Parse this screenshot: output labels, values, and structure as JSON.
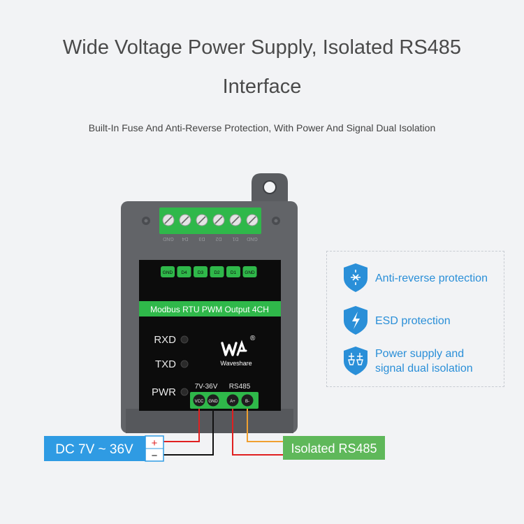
{
  "header": {
    "title_line1": "Wide Voltage Power Supply, Isolated RS485",
    "title_line2": "Interface",
    "subtitle": "Built-In Fuse And Anti-Reverse Protection, With Power And Signal Dual Isolation"
  },
  "device": {
    "top_terminal_labels": [
      "GND",
      "D4",
      "D3",
      "D2",
      "D1",
      "GND"
    ],
    "green_pin_labels": [
      "GND",
      "D4",
      "D3",
      "D2",
      "D1",
      "GND"
    ],
    "model_label": "Modbus RTU PWM Output 4CH",
    "leds": [
      "RXD",
      "TXD",
      "PWR"
    ],
    "brand": "Waveshare",
    "brand_mark": "®",
    "power_header": "7V-36V",
    "rs485_header": "RS485",
    "power_pins": [
      "VCC",
      "GND"
    ],
    "rs485_pins": [
      "A+",
      "B-"
    ]
  },
  "callouts": {
    "dc_label": "DC 7V ~ 36V",
    "plus": "+",
    "minus": "−",
    "rs485_label": "Isolated RS485"
  },
  "features": [
    {
      "icon": "shield-anti-reverse-icon",
      "label": "Anti-reverse protection"
    },
    {
      "icon": "shield-esd-icon",
      "label": "ESD protection"
    },
    {
      "icon": "shield-isolation-icon",
      "label_line1": "Power supply and",
      "label_line2": "signal dual isolation"
    }
  ],
  "colors": {
    "green": "#2fb84a",
    "feature_blue": "#2a8fd8",
    "dc_blue": "#2f9be3",
    "wire_red": "#e02020",
    "wire_orange": "#f0a030"
  }
}
